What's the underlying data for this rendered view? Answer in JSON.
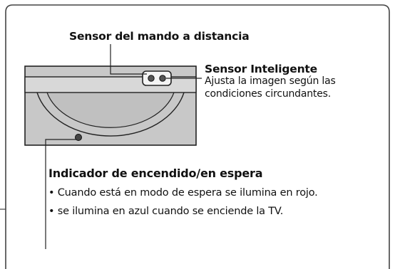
{
  "remote_sensor": {
    "label": "Sensor del mando a distancia"
  },
  "smart_sensor": {
    "title": "Sensor Inteligente",
    "description_line1": "Ajusta la imagen según las",
    "description_line2": "condiciones circundantes."
  },
  "power_indicator": {
    "title": "Indicador de encendido/en espera",
    "bullets": [
      "• Cuando está en modo de espera se ilumina en rojo.",
      "• se ilumina en azul cuando se enciende la TV."
    ]
  },
  "colors": {
    "panel_fill": "#c8c8c8",
    "panel_stroke": "#222222",
    "frame_stroke": "#444444",
    "text": "#111111"
  }
}
